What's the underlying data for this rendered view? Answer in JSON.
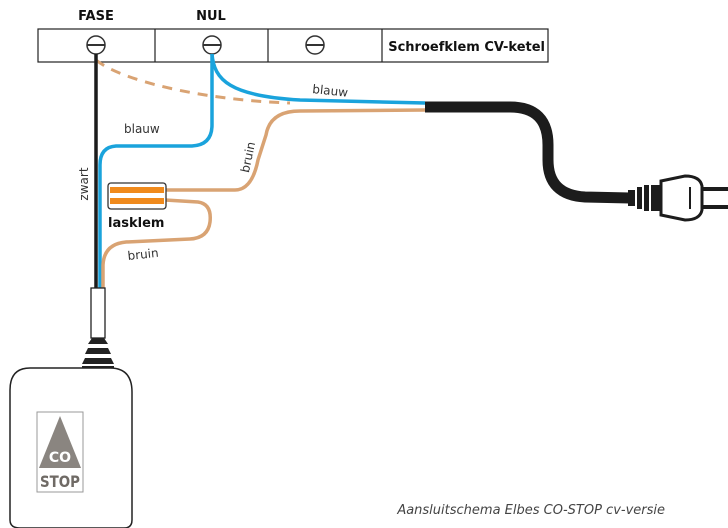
{
  "terminal_block": {
    "title": "Schroefklem CV-ketel",
    "terminals": [
      {
        "label": "FASE"
      },
      {
        "label": "NUL"
      },
      {
        "label": ""
      }
    ]
  },
  "wires": {
    "zwart": "zwart",
    "blauw_top": "blauw",
    "blauw_mid": "blauw",
    "bruin_upper": "bruin",
    "bruin_lower": "bruin"
  },
  "connector_label": "lasklem",
  "device": {
    "logo_top": "CO",
    "logo_bottom": "STOP"
  },
  "caption": "Aansluitschema Elbes CO-STOP cv-versie",
  "colors": {
    "blue": "#1aa3dc",
    "brown": "#d9a373",
    "black": "#1c1c1c",
    "orange": "#f08a1c",
    "logo_gray": "#8a8580"
  }
}
